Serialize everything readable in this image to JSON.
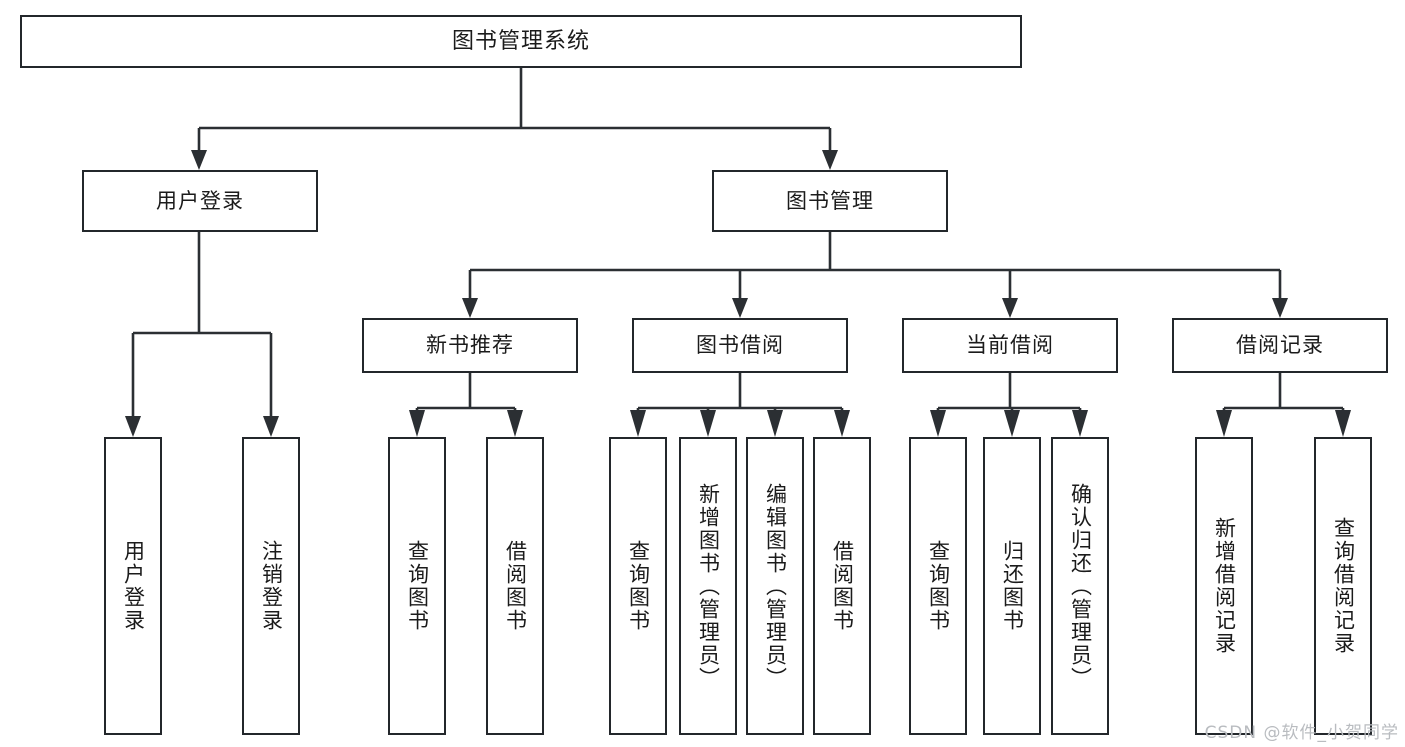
{
  "diagram": {
    "title": "图书管理系统",
    "type": "tree",
    "root": {
      "label": "图书管理系统"
    },
    "level1": [
      {
        "label": "用户登录"
      },
      {
        "label": "图书管理"
      }
    ],
    "level2": [
      {
        "label": "新书推荐",
        "parent": "图书管理"
      },
      {
        "label": "图书借阅",
        "parent": "图书管理"
      },
      {
        "label": "当前借阅",
        "parent": "图书管理"
      },
      {
        "label": "借阅记录",
        "parent": "图书管理"
      }
    ],
    "leaves": {
      "user_login": [
        {
          "label": "用户登录"
        },
        {
          "label": "注销登录"
        }
      ],
      "new_book_recommend": [
        {
          "label": "查询图书"
        },
        {
          "label": "借阅图书"
        }
      ],
      "book_borrow": [
        {
          "label": "查询图书"
        },
        {
          "label": "新增图书（管理员）"
        },
        {
          "label": "编辑图书（管理员）"
        },
        {
          "label": "借阅图书"
        }
      ],
      "current_borrow": [
        {
          "label": "查询图书"
        },
        {
          "label": "归还图书"
        },
        {
          "label": "确认归还（管理员）"
        }
      ],
      "borrow_record": [
        {
          "label": "新增借阅记录"
        },
        {
          "label": "查询借阅记录"
        }
      ]
    }
  },
  "watermark": {
    "text": "CSDN @软件_小贺同学"
  },
  "colors": {
    "stroke": "#2b2f33",
    "box_border": "#23272b",
    "background": "#ffffff",
    "text": "#1b1b1b",
    "watermark": "#b9bcc0"
  }
}
